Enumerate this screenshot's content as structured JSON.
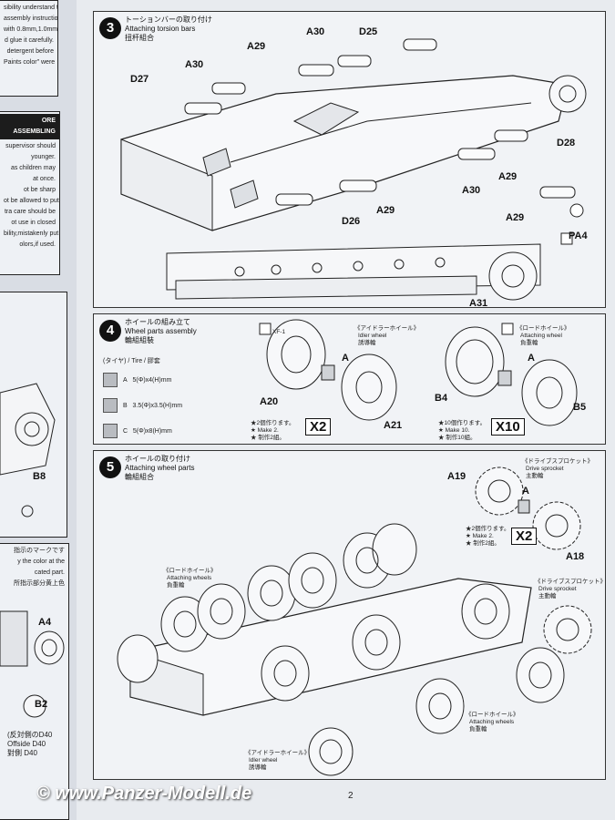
{
  "left_page": {
    "block1_lines": [
      "sibility understand the",
      "assembly instructions before",
      "with 0.8mm,1.0mm",
      "d glue it carefully.",
      "detergent before",
      "Paints color\" were"
    ],
    "block2_header": "ORE ASSEMBLING",
    "block2_lines": [
      "supervisor should",
      "younger.",
      "",
      "as children may",
      "at once.",
      "ot be sharp",
      "ot be allowed to put",
      "tra care should be",
      "ot use in closed",
      "bility,mistakenly put",
      "olors,if used."
    ],
    "b8": "B8",
    "block3_lines": [
      "指示のマークです",
      "y the color at the",
      "cated part.",
      "所指示部分黄上色"
    ],
    "a4": "A4",
    "b2": "B2",
    "offside_jp": "(反対側のD40",
    "offside_en": "Offside D40",
    "offside_cn": "對側 D40"
  },
  "step3": {
    "number": "3",
    "title_jp": "トーションバーの取り付け",
    "title_en": "Attaching torsion bars",
    "title_cn": "扭杆組合",
    "parts": {
      "a30_1": "A30",
      "a30_2": "A30",
      "a30_3": "A30",
      "a29_1": "A29",
      "a29_2": "A29",
      "a29_3": "A29",
      "a29_4": "A29",
      "d25": "D25",
      "d27": "D27",
      "d26": "D26",
      "d28": "D28",
      "pa4": "PA4",
      "a31": "A31"
    }
  },
  "step4": {
    "number": "4",
    "title_jp": "ホイールの組み立て",
    "title_en": "Wheel parts assembly",
    "title_cn": "輪組組裝",
    "tire_header": "(タイヤ) / Tire / 膠套",
    "tires": [
      {
        "letter": "A",
        "size": "5(Φ)x4(H)mm"
      },
      {
        "letter": "B",
        "size": "3.5(Φ)x3.5(H)mm"
      },
      {
        "letter": "C",
        "size": "5(Φ)x8(H)mm"
      }
    ],
    "xf1": "XF-1",
    "idler_jp": "《アイドラーホイール》",
    "idler_en": "Idler wheel",
    "idler_cn": "誘導輪",
    "road_jp": "《ロードホイール》",
    "road_en": "Attaching wheel",
    "road_cn": "負重輪",
    "parts": {
      "a20": "A20",
      "a21": "A21",
      "b4": "B4",
      "b5": "B5",
      "a_left": "A",
      "a_right": "A"
    },
    "make2": [
      "★2個作ります。",
      "★ Make 2.",
      "★ 制作2組。"
    ],
    "make10": [
      "★10個作ります。",
      "★ Make 10.",
      "★ 制作10組。"
    ],
    "x2": "X2",
    "x10": "X10"
  },
  "step5": {
    "number": "5",
    "title_jp": "ホイールの取り付け",
    "title_en": "Attaching wheel parts",
    "title_cn": "輪組組合",
    "sprocket_jp": "《ドライブスプロケット》",
    "sprocket_en": "Drive sprocket",
    "sprocket_cn": "主動輪",
    "parts": {
      "a19": "A19",
      "a18": "A18",
      "a": "A"
    },
    "make2": [
      "★2個作ります。",
      "★ Make 2.",
      "★ 制作2組。"
    ],
    "x2": "X2",
    "road_jp": "《ロードホイール》",
    "road_en": "Attaching wheels",
    "road_cn": "負重輪",
    "sprocket2_jp": "《ドライブスプロケット》",
    "sprocket2_en": "Drive sprocket",
    "sprocket2_cn": "主動輪",
    "road2_jp": "《ロードホイール》",
    "road2_en": "Attaching wheels",
    "road2_cn": "負重輪",
    "idler_jp": "《アイドラーホイール》",
    "idler_en": "Idler wheel",
    "idler_cn": "誘導輪"
  },
  "watermark": "© www.Panzer-Modell.de",
  "page_number": "2"
}
